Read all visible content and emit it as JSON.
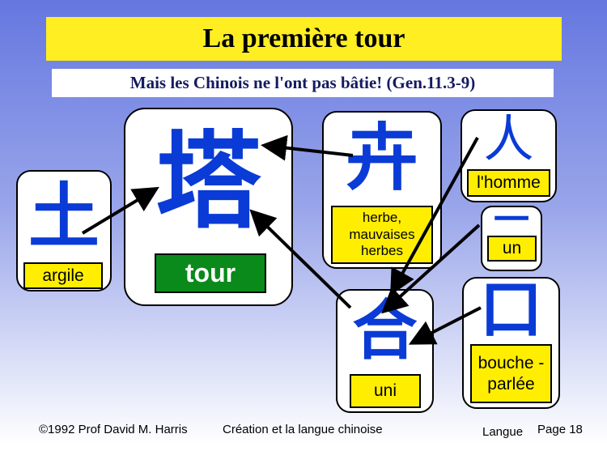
{
  "title": "La première tour",
  "subtitle": "Mais les Chinois ne l'ont pas bâtie! (Gen.11.3-9)",
  "cards": {
    "earth": {
      "char": "土",
      "label": "argile"
    },
    "tower": {
      "char": "塔",
      "label": "tour"
    },
    "grass": {
      "char": "卉",
      "label": "herbe, mauvaises herbes"
    },
    "man": {
      "char": "人",
      "label": "l'homme"
    },
    "one": {
      "char": "一",
      "label": "un"
    },
    "unite": {
      "char": "合",
      "label": "uni"
    },
    "mouth": {
      "char": "口",
      "label": "bouche - parlée"
    }
  },
  "footer": {
    "copyright": "©1992 Prof David M. Harris",
    "course": "Création et la langue chinoise",
    "section": "Langue",
    "page": "Page 18"
  },
  "colors": {
    "char": "#0a3bd6",
    "label": "#ffee00",
    "tower_label": "#0a8a1a",
    "title_bg": "#ffee22"
  }
}
